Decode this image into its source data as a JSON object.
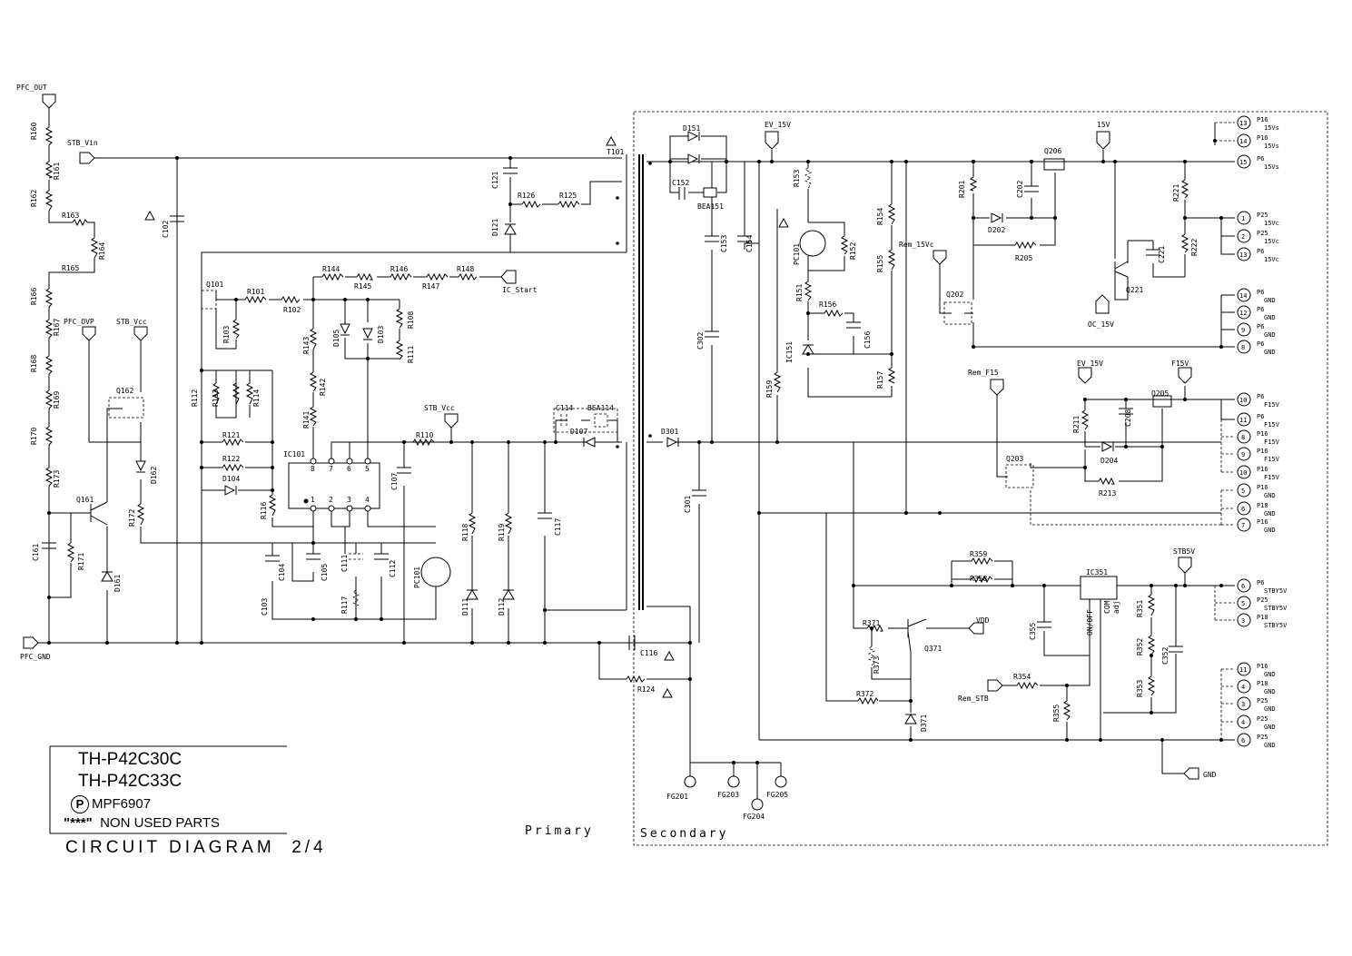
{
  "title_block": {
    "model_1": "TH-P42C30C",
    "model_2": "TH-P42C33C",
    "p_symbol": "P",
    "part_code": "MPF6907",
    "non_used_mark": "\"***\"",
    "non_used_text": "NON USED PARTS",
    "diagram_title": "CIRCUIT DIAGRAM",
    "page": "2/4"
  },
  "zones": {
    "primary": "Primary",
    "secondary": "Secondary"
  },
  "nets": {
    "pfc_out": "PFC_OUT",
    "stb_vin": "STB_Vin",
    "pfc_ovp": "PFC_OVP",
    "stb_vcc": "STB_Vcc",
    "stb_vcc_2": "STB_Vcc",
    "pfc_gnd": "PFC_GND",
    "ic_start": "IC_Start",
    "ev_15v": "EV_15V",
    "v15": "15V",
    "rem_15vc": "Rem_15Vc",
    "oc_15v": "OC_15V",
    "rem_f15": "Rem_F15",
    "ev_15v_2": "EV_15V",
    "f15v": "F15V",
    "stb5v": "STB5V",
    "vdd": "VDD",
    "rem_stb": "Rem_STB",
    "gnd": "GND"
  },
  "primary_parts": [
    "R160",
    "R161",
    "R162",
    "R163",
    "R164",
    "R165",
    "R166",
    "R167",
    "R168",
    "R169",
    "R170",
    "R173",
    "C102",
    "Q162",
    "D162",
    "R172",
    "Q161",
    "C161",
    "R171",
    "D161",
    "Q101",
    "R101",
    "R102",
    "R103",
    "R112",
    "R113",
    "R114",
    "R121",
    "R122",
    "D104",
    "R116",
    "C104",
    "C105",
    "C103",
    "C111",
    "R117",
    "C112",
    "R144",
    "R145",
    "R146",
    "R147",
    "R148",
    "R143",
    "R142",
    "R141",
    "D105",
    "D103",
    "R108",
    "R111",
    "IC101",
    "C107",
    "R110",
    "PC101",
    "R118",
    "R119",
    "D111",
    "D112",
    "C117",
    "C114",
    "BEA114",
    "D107",
    "C121",
    "R126",
    "R125",
    "D121",
    "T101",
    "C116",
    "R124"
  ],
  "secondary_parts": [
    "D151",
    "C152",
    "BEA151",
    "C153",
    "C154",
    "PC101",
    "R153",
    "R152",
    "R151",
    "R156",
    "C156",
    "IC151",
    "R154",
    "R155",
    "R157",
    "R159",
    "C302",
    "D301",
    "C301",
    "R201",
    "C202",
    "D202",
    "R205",
    "Q206",
    "R221",
    "R222",
    "Q221",
    "C221",
    "Q202",
    "R211",
    "C208",
    "D204",
    "Q205",
    "R213",
    "Q203",
    "R359",
    "R358",
    "IC351",
    "C355",
    "R351",
    "R352",
    "C352",
    "R353",
    "R371",
    "R373",
    "Q371",
    "R354",
    "R355",
    "R372",
    "D371",
    "FG201",
    "FG203",
    "FG204",
    "FG205"
  ],
  "ic351_pins": [
    "ON/OFF",
    "COM",
    "adj"
  ],
  "ic101_pins": [
    "8",
    "7",
    "6",
    "5",
    "1",
    "2",
    "3",
    "4"
  ],
  "connectors": [
    {
      "num": "13",
      "conn": "P16",
      "sig": "15Vs"
    },
    {
      "num": "14",
      "conn": "P16",
      "sig": "15Vs"
    },
    {
      "num": "15",
      "conn": "P6",
      "sig": "15Vs"
    },
    {
      "num": "1",
      "conn": "P25",
      "sig": "15Vc"
    },
    {
      "num": "2",
      "conn": "P25",
      "sig": "15Vc"
    },
    {
      "num": "13",
      "conn": "P6",
      "sig": "15Vc"
    },
    {
      "num": "14",
      "conn": "P6",
      "sig": "GND"
    },
    {
      "num": "12",
      "conn": "P6",
      "sig": "GND"
    },
    {
      "num": "9",
      "conn": "P6",
      "sig": "GND"
    },
    {
      "num": "8",
      "conn": "P6",
      "sig": "GND"
    },
    {
      "num": "10",
      "conn": "P6",
      "sig": "F15V"
    },
    {
      "num": "11",
      "conn": "P6",
      "sig": "F15V"
    },
    {
      "num": "8",
      "conn": "P16",
      "sig": "F15V"
    },
    {
      "num": "9",
      "conn": "P16",
      "sig": "F15V"
    },
    {
      "num": "10",
      "conn": "P16",
      "sig": "F15V"
    },
    {
      "num": "5",
      "conn": "P16",
      "sig": "GND"
    },
    {
      "num": "6",
      "conn": "P18",
      "sig": "GND"
    },
    {
      "num": "7",
      "conn": "P16",
      "sig": "GND"
    },
    {
      "num": "6",
      "conn": "P6",
      "sig": "STBY5V"
    },
    {
      "num": "5",
      "conn": "P25",
      "sig": "STBY5V"
    },
    {
      "num": "3",
      "conn": "P18",
      "sig": "STBY5V"
    },
    {
      "num": "11",
      "conn": "P16",
      "sig": "GND"
    },
    {
      "num": "4",
      "conn": "P18",
      "sig": "GND"
    },
    {
      "num": "3",
      "conn": "P25",
      "sig": "GND"
    },
    {
      "num": "4",
      "conn": "P25",
      "sig": "GND"
    },
    {
      "num": "6",
      "conn": "P25",
      "sig": "GND"
    }
  ]
}
